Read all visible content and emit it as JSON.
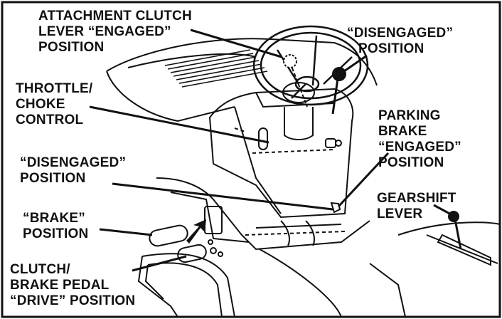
{
  "labels": {
    "attachment_clutch": [
      "ATTACHMENT CLUTCH",
      "LEVER “ENGAGED”",
      "POSITION"
    ],
    "disengaged_top": [
      "“DISENGAGED”",
      "POSITION"
    ],
    "throttle": [
      "THROTTLE/",
      "CHOKE",
      "CONTROL"
    ],
    "parking_brake": [
      "PARKING",
      "BRAKE",
      "“ENGAGED”",
      "POSITION"
    ],
    "disengaged_mid": [
      "“DISENGAGED”",
      "POSITION"
    ],
    "gearshift": [
      "GEARSHIFT",
      "LEVER"
    ],
    "brake_pos": [
      "“BRAKE”",
      "POSITION"
    ],
    "clutch_brake": [
      "CLUTCH/",
      "BRAKE PEDAL",
      "“DRIVE” POSITION"
    ]
  },
  "colors": {
    "ink": "#111111",
    "background": "#ffffff"
  }
}
